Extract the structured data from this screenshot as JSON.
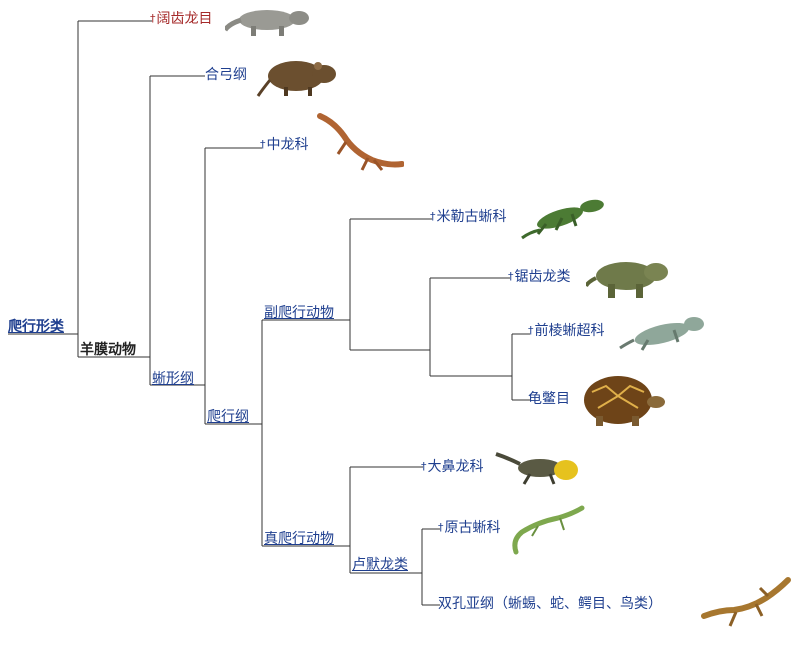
{
  "colors": {
    "line": "#333333",
    "label_link": "#1f3f8f",
    "label_red": "#a52a2a",
    "label_bold": "#222222"
  },
  "clades": {
    "root": "爬行形类",
    "amniota": "羊膜动物",
    "sauropsida": "蜥形纲",
    "reptilia": "爬行纲",
    "parareptilia": "副爬行动物",
    "eureptilia": "真爬行动物",
    "romeriida": "卢默龙类"
  },
  "leaves": {
    "diadectomorpha": {
      "dagger": "†",
      "name": "阔齿龙目"
    },
    "synapsida": {
      "name": "合弓纲"
    },
    "mesosauridae": {
      "dagger": "†",
      "name": "中龙科"
    },
    "millerettidae": {
      "dagger": "†",
      "name": "米勒古蜥科"
    },
    "pareiasauria": {
      "dagger": "†",
      "name": "锯齿龙类"
    },
    "procolophonoidea": {
      "dagger": "†",
      "name": "前棱蜥超科"
    },
    "testudines": {
      "name": "龟鳖目"
    },
    "captorhinidae": {
      "dagger": "†",
      "name": "大鼻龙科"
    },
    "protorothyrididae": {
      "dagger": "†",
      "name": "原古蜥科"
    },
    "diapsida": {
      "name": "双孔亚纲（蜥蜴、蛇、鳄目、鸟类）"
    }
  },
  "icons": [
    "diadectes-icon",
    "rat-icon",
    "mesosaurus-icon",
    "milleretta-icon",
    "pareiasaur-icon",
    "procolophonid-icon",
    "tortoise-icon",
    "captorhinus-icon",
    "protorothyris-icon",
    "lizard-icon"
  ]
}
